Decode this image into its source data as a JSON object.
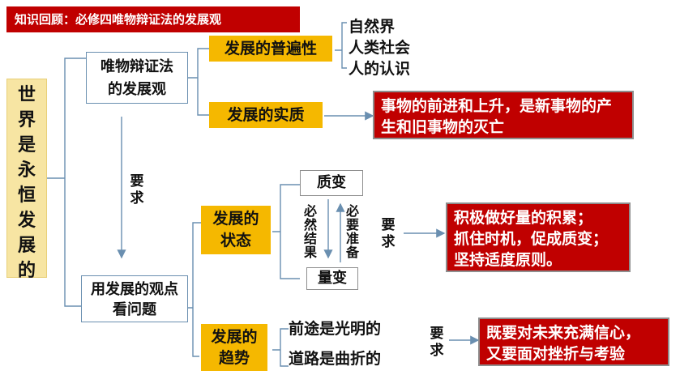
{
  "header": {
    "title": "知识回顾：必修四唯物辩证法的发展观"
  },
  "root": {
    "chars": [
      "世",
      "界",
      "是",
      "永",
      "恒",
      "发",
      "展",
      "的"
    ]
  },
  "top_box": {
    "label": "唯物辩证法的发展观"
  },
  "universality": {
    "label": "发展的普遍性",
    "items": [
      "自然界",
      "人类社会",
      "人的认识"
    ]
  },
  "essence": {
    "label": "发展的实质",
    "text": "事物的前进和上升，是新事物的产生和旧事物的灭亡"
  },
  "requirement_label": {
    "chars": [
      "要",
      "求"
    ]
  },
  "bottom_box": {
    "label": "用发展的观点看问题"
  },
  "state": {
    "label": "发展的状态",
    "qualitative": "质变",
    "quantitative": "量变",
    "inevitable_result": [
      "必",
      "然",
      "结",
      "果"
    ],
    "necessary_prep": [
      "必",
      "要",
      "准",
      "备"
    ],
    "req": [
      "要",
      "求"
    ],
    "advice": [
      "积极做好量的积累；",
      "抓住时机，促成质变；",
      "坚持适度原则。"
    ]
  },
  "trend": {
    "label": "发展的趋势",
    "future": "前途是光明的",
    "road": "道路是曲折的",
    "req": [
      "要",
      "求"
    ],
    "advice": [
      "既要对未来充满信心，",
      "又要面对挫折与考验"
    ]
  },
  "colors": {
    "accent_red": "#c00000",
    "yellow": "#f5b800",
    "root_bg": "#f7e5a3",
    "line_blue": "#6a8fb0"
  }
}
